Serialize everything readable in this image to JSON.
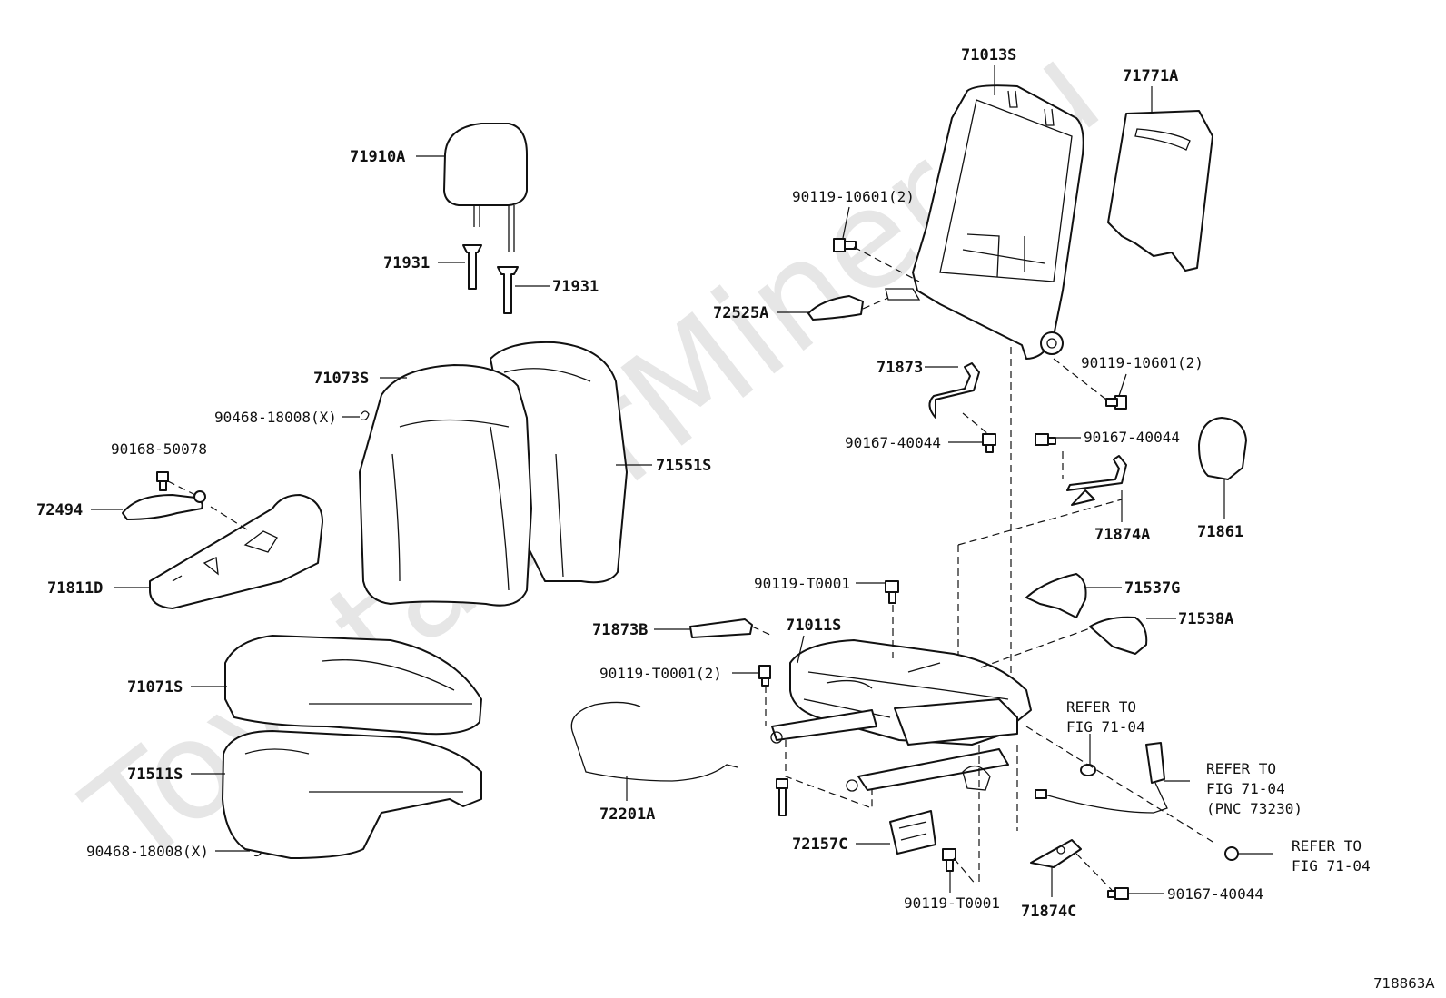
{
  "watermark": "ToyotaCarMiner.ru",
  "figure_id": "718863A",
  "labels": {
    "l_71013S": "71013S",
    "l_71771A": "71771A",
    "l_71910A": "71910A",
    "l_90119_10601_a": "90119-10601(2)",
    "l_71931_a": "71931",
    "l_71931_b": "71931",
    "l_72525A": "72525A",
    "l_71073S": "71073S",
    "l_71873": "71873",
    "l_90119_10601_b": "90119-10601(2)",
    "l_90468_18008_a": "90468-18008(X)",
    "l_90167_40044_a": "90167-40044",
    "l_90167_40044_b": "90167-40044",
    "l_90168_50078": "90168-50078",
    "l_71551S": "71551S",
    "l_72494": "72494",
    "l_71874A": "71874A",
    "l_71861": "71861",
    "l_71811D": "71811D",
    "l_90119_T0001_a": "90119-T0001",
    "l_71537G": "71537G",
    "l_71873B": "71873B",
    "l_71011S": "71011S",
    "l_71538A": "71538A",
    "l_90119_T0001_2": "90119-T0001(2)",
    "l_71071S": "71071S",
    "l_refer1_a": "REFER TO",
    "l_refer1_b": "FIG 71-04",
    "l_refer2_a": "REFER TO",
    "l_refer2_b": "FIG 71-04",
    "l_refer2_c": "(PNC 73230)",
    "l_71511S": "71511S",
    "l_72201A": "72201A",
    "l_72157C": "72157C",
    "l_refer3_a": "REFER TO",
    "l_refer3_b": "FIG 71-04",
    "l_90468_18008_b": "90468-18008(X)",
    "l_90119_T0001_b": "90119-T0001",
    "l_71874C": "71874C",
    "l_90167_40044_c": "90167-40044"
  }
}
